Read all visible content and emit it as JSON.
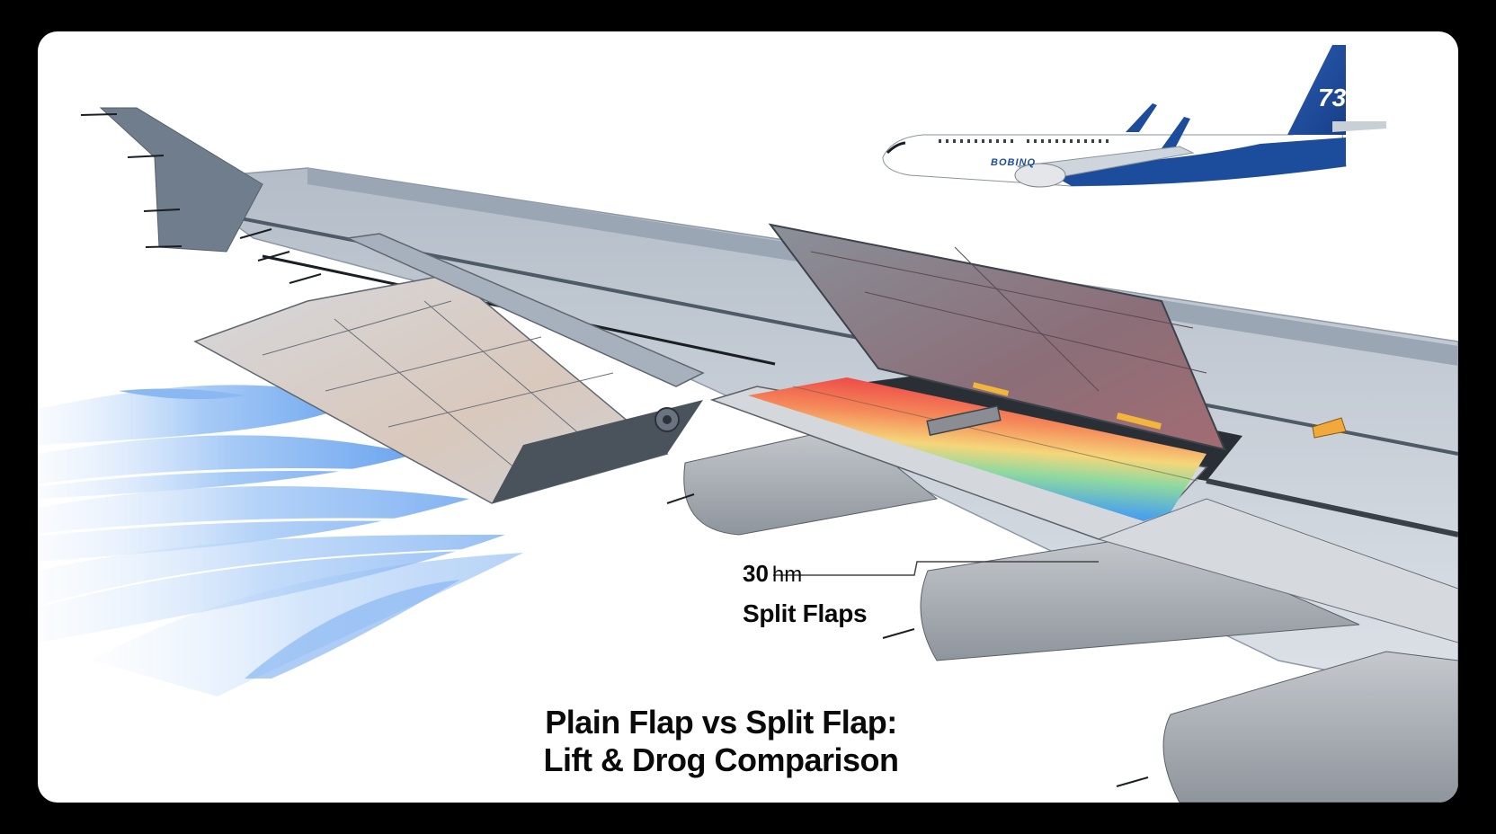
{
  "diagram": {
    "title_line1": "Plain Flap vs Split Flap:",
    "title_line2": "Lift & Drog Comparison",
    "callout_value": "30",
    "callout_unit": "hm",
    "callout_label": "Split Flaps",
    "aircraft_tail_number": "73",
    "aircraft_brand": "BOBINQ",
    "colors": {
      "background_frame": "#000000",
      "card": "#ffffff",
      "wing_grey": "#c9ced6",
      "wing_dark": "#6f7d8c",
      "airflow_blue": "#6aa6f0",
      "aircraft_blue": "#1c4c9c",
      "accent_orange": "#f2a93b"
    },
    "components": [
      "winglet",
      "plain-flap",
      "split-flap",
      "pressure-gradient-band",
      "airflow-streamlines",
      "engine-nacelle",
      "aircraft-silhouette"
    ]
  }
}
